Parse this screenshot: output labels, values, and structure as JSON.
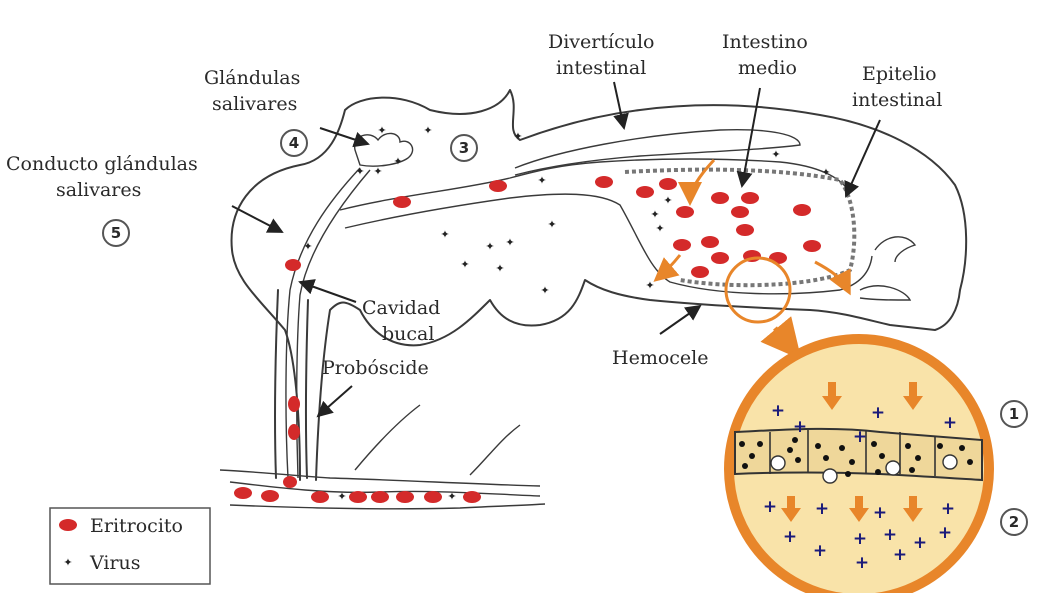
{
  "labels": {
    "diverticulo_line1": "Divertículo",
    "diverticulo_line2": "intestinal",
    "intestino_line1": "Intestino",
    "intestino_line2": "medio",
    "epitelio_line1": "Epitelio",
    "epitelio_line2": "intestinal",
    "glandulas_line1": "Glándulas",
    "glandulas_line2": "salivares",
    "conducto_line1": "Conducto glándulas",
    "conducto_line2": "salivares",
    "cavidad_line1": "Cavidad",
    "cavidad_line2": "bucal",
    "proboscide": "Probóscide",
    "hemocele": "Hemocele"
  },
  "steps": [
    "1",
    "2",
    "3",
    "4",
    "5"
  ],
  "legend": {
    "erythrocyte_label": "Eritrocito",
    "virus_label": "Virus"
  },
  "colors": {
    "erythrocyte": "#d42a2a",
    "arrow_orange": "#e8862a",
    "inset_fill": "#f9e3a9",
    "inset_border": "#e8862a",
    "outline": "#3a3a3a"
  }
}
